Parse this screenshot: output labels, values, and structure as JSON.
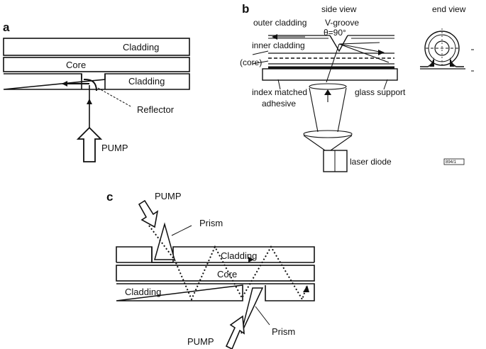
{
  "panel_a": {
    "letter": "a",
    "cladding_top": "Cladding",
    "core": "Core",
    "cladding_bottom": "Cladding",
    "reflector": "Reflector",
    "pump": "PUMP"
  },
  "panel_b": {
    "letter": "b",
    "side_view": "side view",
    "end_view": "end view",
    "outer_cladding": "outer cladding",
    "v_groove": "V-groove",
    "theta": "θ=90°",
    "inner_cladding": "inner cladding",
    "core": "(core)",
    "index_matched_1": "index matched",
    "index_matched_2": "adhesive",
    "glass_support": "glass support",
    "laser_diode": "laser diode",
    "figure_code": "894/1"
  },
  "panel_c": {
    "letter": "c",
    "pump_top": "PUMP",
    "prism_top": "Prism",
    "cladding_top": "Cladding",
    "core": "Core",
    "cladding_bottom": "Cladding",
    "prism_bottom": "Prism",
    "pump_bottom": "PUMP"
  }
}
